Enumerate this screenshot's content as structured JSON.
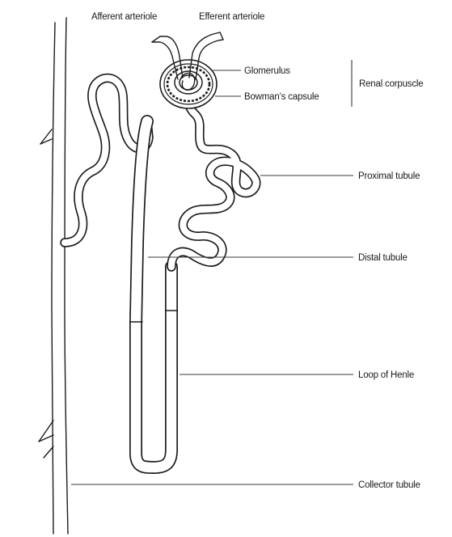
{
  "labels": {
    "afferent_arteriole": "Afferent arteriole",
    "efferent_arteriole": "Efferent arteriole",
    "glomerulus": "Glomerulus",
    "bowmans_capsule": "Bowman’s capsule",
    "renal_corpuscle": "Renal corpuscle",
    "proximal_tubule": "Proximal tubule",
    "distal_tubule": "Distal tubule",
    "loop_of_henle": "Loop of  Henle",
    "collector_tubule": "Collector tubule"
  },
  "colors": {
    "line": "#1c1c1c",
    "background": "#ffffff"
  }
}
